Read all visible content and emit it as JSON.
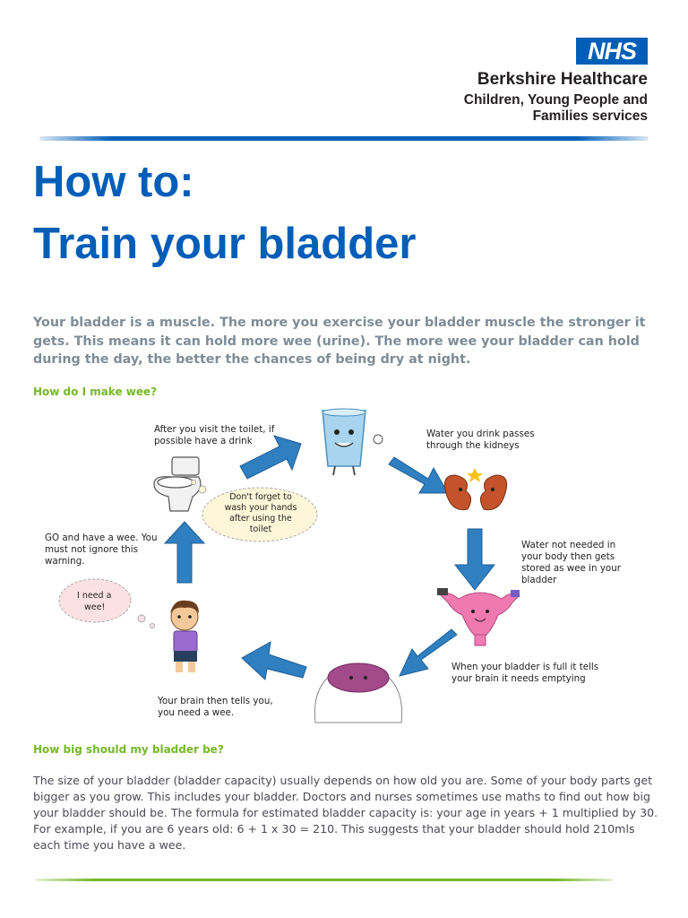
{
  "header": {
    "logo_text": "NHS",
    "org_line1": "Berkshire Healthcare",
    "org_line2": "Children, Young People and",
    "org_line3": "Families services"
  },
  "title": {
    "line1": "How to:",
    "line2": "Train your bladder"
  },
  "intro": "Your bladder is a muscle. The more you exercise your bladder muscle the stronger it gets. This means it can hold more wee (urine). The more wee your bladder can hold during the day, the better the chances of being dry at night.",
  "section1": {
    "heading": "How do I make wee?"
  },
  "diagram": {
    "drink_label_1": "After you visit the toilet, if",
    "drink_label_2": "possible have a drink",
    "kidney_label_1": "Water you drink passes",
    "kidney_label_2": "through the kidneys",
    "bladder_label_1": "Water not needed in",
    "bladder_label_2": "your body then gets",
    "bladder_label_3": "stored as wee in your",
    "bladder_label_4": "bladder",
    "full_label_1": "When your bladder is full it tells",
    "full_label_2": "your brain it needs emptying",
    "brain_label_1": "Your brain then tells you,",
    "brain_label_2": "you need a wee.",
    "go_label_1": "GO and have a wee.  You",
    "go_label_2": "must not ignore this",
    "go_label_3": "warning.",
    "need_bubble_1": "I need a",
    "need_bubble_2": "wee!",
    "wash_bubble_1": "Don't forget to",
    "wash_bubble_2": "wash your hands",
    "wash_bubble_3": "after using the",
    "wash_bubble_4": "toilet",
    "colors": {
      "arrow": "#2f7fc1",
      "glass": "#a9d4ef",
      "kidney": "#c4522a",
      "bladder": "#f07ab0",
      "brain": "#a24a8a",
      "bubble_pink": "#fbe1e4",
      "bubble_yellow": "#fdf6d8"
    }
  },
  "section2": {
    "heading": "How big should my bladder be?",
    "body": "The size of your bladder (bladder capacity) usually depends on how old you are. Some of your body parts get bigger as you grow. This includes your bladder. Doctors and nurses sometimes use maths to find out how big your bladder should be. The formula for estimated bladder capacity is: your age in years + 1 multiplied by 30. For example, if you are 6 years old: 6 + 1 x 30 = 210. This suggests that your bladder should hold 210mls each time you have a wee."
  },
  "colors": {
    "nhs_blue": "#005eb8",
    "green": "#76b82a",
    "grey_text": "#7f8c96"
  }
}
